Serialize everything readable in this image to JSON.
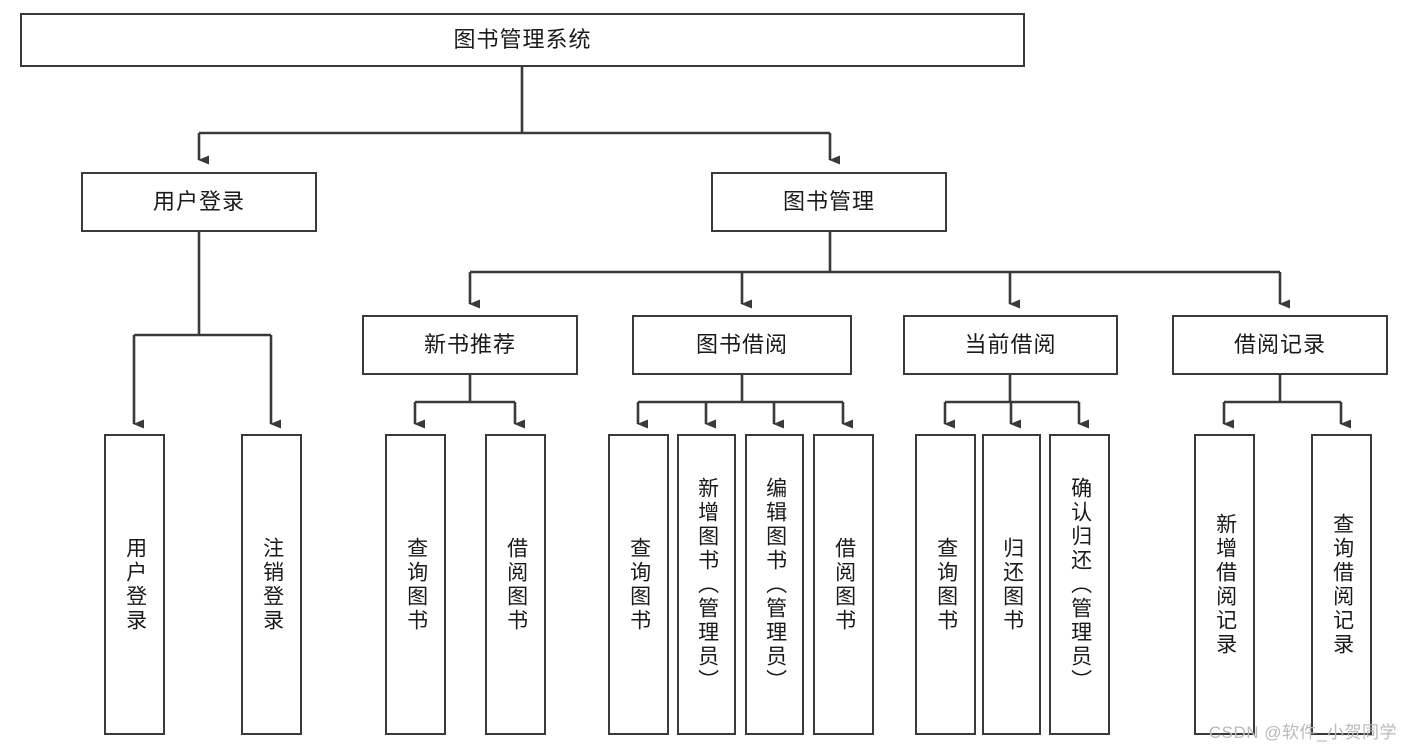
{
  "diagram": {
    "title": "图书管理系统",
    "type": "tree-hierarchy",
    "root": {
      "id": "root",
      "label": "图书管理系统"
    },
    "level1": [
      {
        "id": "user-login",
        "label": "用户登录"
      },
      {
        "id": "book-management",
        "label": "图书管理"
      }
    ],
    "level2": [
      {
        "id": "new-book-recommend",
        "label": "新书推荐",
        "parent": "book-management"
      },
      {
        "id": "book-borrow",
        "label": "图书借阅",
        "parent": "book-management"
      },
      {
        "id": "current-borrow",
        "label": "当前借阅",
        "parent": "book-management"
      },
      {
        "id": "borrow-record",
        "label": "借阅记录",
        "parent": "book-management"
      }
    ],
    "leaves": {
      "user-login": [
        {
          "id": "leaf-user-login",
          "label": "用户登录"
        },
        {
          "id": "leaf-user-logout",
          "label": "注销登录"
        }
      ],
      "new-book-recommend": [
        {
          "id": "leaf-query-book-1",
          "label": "查询图书"
        },
        {
          "id": "leaf-borrow-book-1",
          "label": "借阅图书"
        }
      ],
      "book-borrow": [
        {
          "id": "leaf-query-book-2",
          "label": "查询图书"
        },
        {
          "id": "leaf-add-book",
          "label": "新增图书（管理员）"
        },
        {
          "id": "leaf-edit-book",
          "label": "编辑图书（管理员）"
        },
        {
          "id": "leaf-borrow-book-2",
          "label": "借阅图书"
        }
      ],
      "current-borrow": [
        {
          "id": "leaf-query-book-3",
          "label": "查询图书"
        },
        {
          "id": "leaf-return-book",
          "label": "归还图书"
        },
        {
          "id": "leaf-confirm-return",
          "label": "确认归还（管理员）"
        }
      ],
      "borrow-record": [
        {
          "id": "leaf-add-record",
          "label": "新增借阅记录"
        },
        {
          "id": "leaf-query-record",
          "label": "查询借阅记录"
        }
      ]
    },
    "watermark": "CSDN @软件_小贺同学",
    "colors": {
      "stroke": "#3a3a3a",
      "background": "#ffffff",
      "text": "#1a1a1a",
      "watermark": "#b9b9b9"
    }
  }
}
